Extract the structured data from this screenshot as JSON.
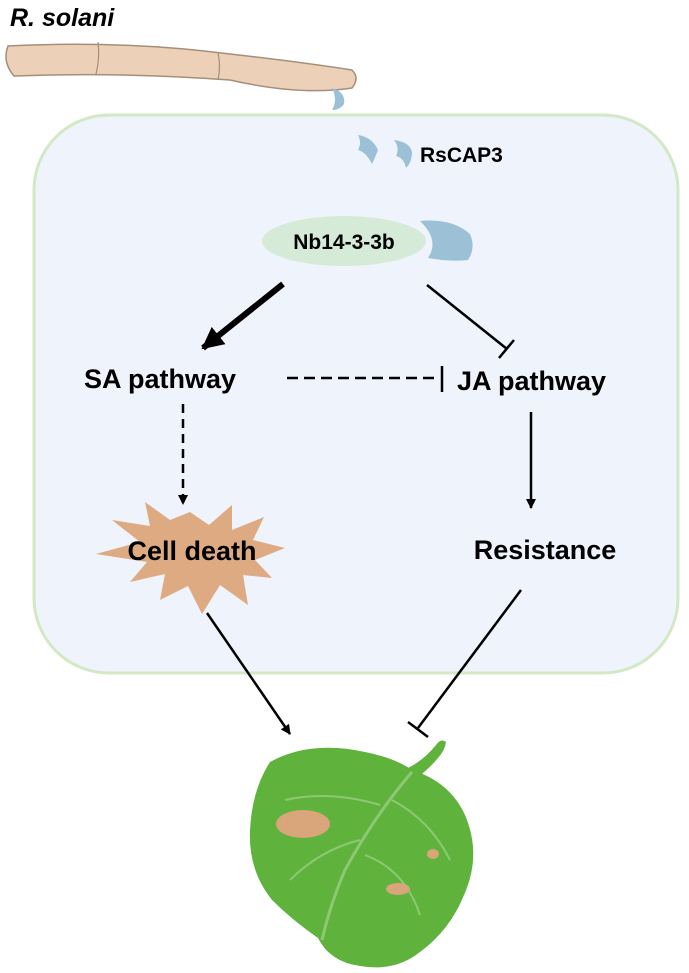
{
  "labels": {
    "organism": "R. solani",
    "effector": "RsCAP3",
    "target": "Nb14-3-3b",
    "sa": "SA pathway",
    "ja": "JA pathway",
    "celldeath": "Cell death",
    "resistance": "Resistance"
  },
  "colors": {
    "cell_fill": "#eef3fc",
    "cell_border": "#d3e8c4",
    "hypha": "#ecd0b7",
    "hypha_stroke": "#a48f7b",
    "effector": "#9cc1d6",
    "target_ellipse": "#d6ead8",
    "burst": "#deaa82",
    "leaf": "#5fb33c",
    "leaf_vein": "#8ec874",
    "lesion": "#d9a57b"
  }
}
